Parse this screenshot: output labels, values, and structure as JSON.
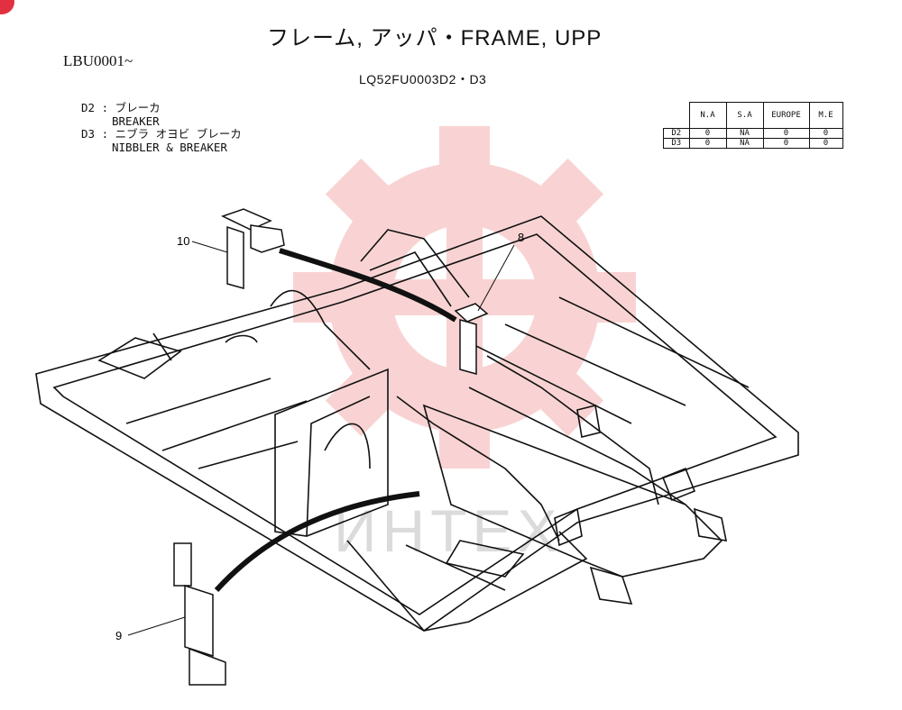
{
  "header": {
    "title": "フレーム, アッパ・FRAME, UPP",
    "serial": "LBU0001~",
    "code": "LQ52FU0003D2・D3"
  },
  "legend": [
    {
      "code": "D2",
      "jp": "ブレーカ",
      "en": "BREAKER"
    },
    {
      "code": "D3",
      "jp": "ニブラ オヨビ ブレーカ",
      "en": "NIBBLER & BREAKER"
    }
  ],
  "availability": {
    "headers": [
      "",
      "N.A",
      "S.A",
      "EUROPE",
      "M.E"
    ],
    "rows": [
      [
        "D2",
        "0",
        "NA",
        "0",
        "0"
      ],
      [
        "D3",
        "0",
        "NA",
        "0",
        "0"
      ]
    ]
  },
  "callouts": {
    "part8": "8",
    "part9": "9",
    "part10": "10"
  },
  "watermark": {
    "text": "ИНТЕХ",
    "color": "#f2a0a0"
  }
}
